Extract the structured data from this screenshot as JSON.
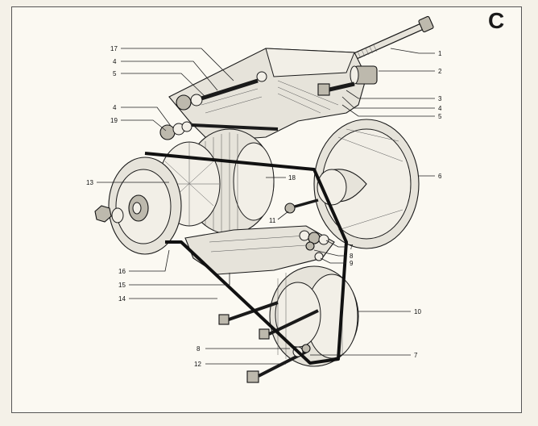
{
  "section_letter": "C",
  "callouts": [
    {
      "id": "1",
      "label": "1"
    },
    {
      "id": "2",
      "label": "2"
    },
    {
      "id": "3",
      "label": "3"
    },
    {
      "id": "4a",
      "label": "4"
    },
    {
      "id": "5a",
      "label": "5"
    },
    {
      "id": "6",
      "label": "6"
    },
    {
      "id": "7a",
      "label": "7"
    },
    {
      "id": "8a",
      "label": "8"
    },
    {
      "id": "9",
      "label": "9"
    },
    {
      "id": "10",
      "label": "10"
    },
    {
      "id": "7b",
      "label": "7"
    },
    {
      "id": "17",
      "label": "17"
    },
    {
      "id": "4b",
      "label": "4"
    },
    {
      "id": "5b",
      "label": "5"
    },
    {
      "id": "4c",
      "label": "4"
    },
    {
      "id": "19",
      "label": "19"
    },
    {
      "id": "18",
      "label": "18"
    },
    {
      "id": "13",
      "label": "13"
    },
    {
      "id": "11",
      "label": "11"
    },
    {
      "id": "16",
      "label": "16"
    },
    {
      "id": "15",
      "label": "15"
    },
    {
      "id": "14",
      "label": "14"
    },
    {
      "id": "8b",
      "label": "8"
    },
    {
      "id": "12",
      "label": "12"
    }
  ],
  "colors": {
    "ink": "#1a1a1a",
    "paper": "#fbf9f2",
    "border": "#555555"
  }
}
